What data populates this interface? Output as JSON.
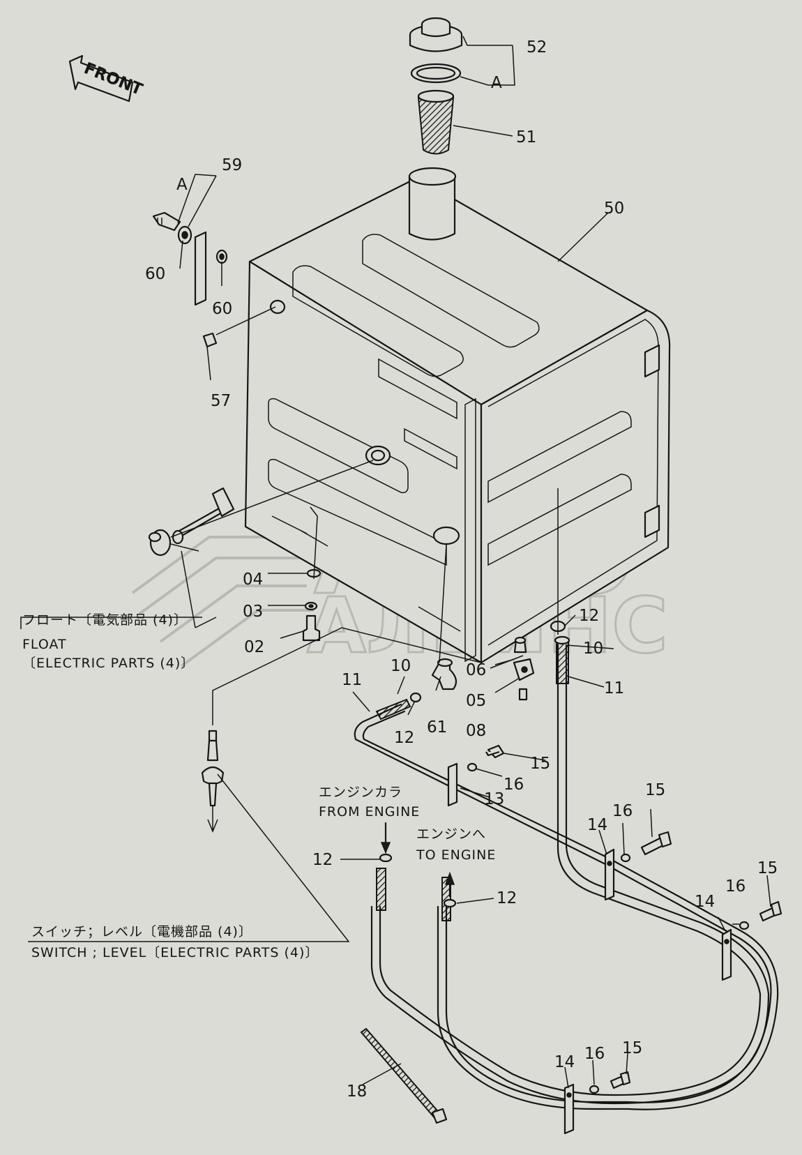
{
  "front_arrow": "FRONT",
  "watermark": {
    "line1": "АВТО",
    "line2": "АЛЬЯНС"
  },
  "group_letter": "A",
  "part_numbers": {
    "p52": "52",
    "pA_cap": "A",
    "p51": "51",
    "p50": "50",
    "p59": "59",
    "pA_left": "A",
    "p60_a": "60",
    "p60_b": "60",
    "p57": "57",
    "p04": "04",
    "p03": "03",
    "p02": "02",
    "p12_a": "12",
    "p10_a": "10",
    "p06": "06",
    "p05": "05",
    "p08": "08",
    "p11_a": "11",
    "p11_b": "11",
    "p10_b": "10",
    "p12_b": "12",
    "p61": "61",
    "p15_a": "15",
    "p16_a": "16",
    "p13": "13",
    "p14_a": "14",
    "p16_b": "16",
    "p15_b": "15",
    "p14_b": "14",
    "p16_c": "16",
    "p15_c": "15",
    "p12_c": "12",
    "p12_d": "12",
    "p14_c": "14",
    "p16_d": "16",
    "p15_d": "15",
    "p18": "18"
  },
  "captions": {
    "float_jp": "フロート〔電気部品 (4)〕",
    "float_en1": "FLOAT",
    "float_en2": "〔ELECTRIC PARTS (4)〕",
    "from_engine_jp": "エンジンカラ",
    "from_engine_en": "FROM ENGINE",
    "to_engine_jp": "エンジンへ",
    "to_engine_en": "TO ENGINE",
    "switch_jp": "スイッチ；レベル〔電機部品 (4)〕",
    "switch_en": "SWITCH ; LEVEL〔ELECTRIC PARTS (4)〕"
  }
}
